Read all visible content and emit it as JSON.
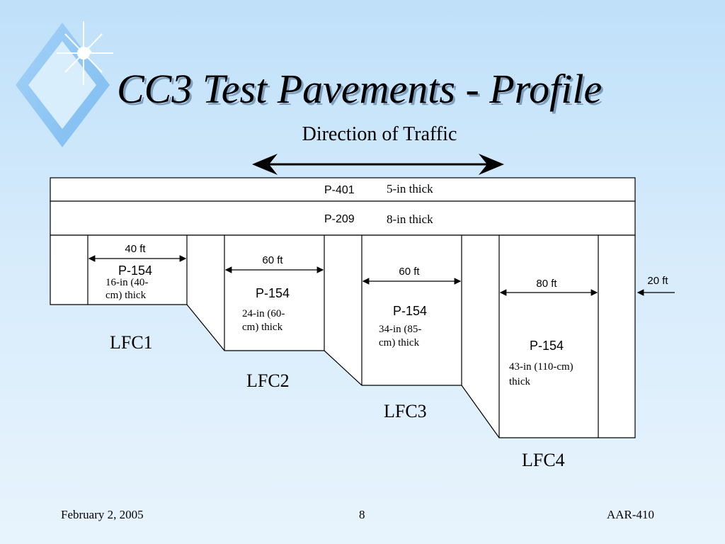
{
  "title": "CC3 Test Pavements - Profile",
  "diagram": {
    "direction_label": "Direction of Traffic",
    "layers": [
      {
        "name": "P-401",
        "thickness": "5-in thick"
      },
      {
        "name": "P-209",
        "thickness": "8-in thick"
      }
    ],
    "sections": [
      {
        "id": "LFC1",
        "width_label": "40 ft",
        "material": "P-154",
        "thickness_line1": "16-in (40-",
        "thickness_line2": "cm) thick"
      },
      {
        "id": "LFC2",
        "width_label": "60 ft",
        "material": "P-154",
        "thickness_line1": "24-in (60-",
        "thickness_line2": "cm) thick"
      },
      {
        "id": "LFC3",
        "width_label": "60 ft",
        "material": "P-154",
        "thickness_line1": "34-in (85-",
        "thickness_line2": "cm) thick"
      },
      {
        "id": "LFC4",
        "width_label": "80 ft",
        "material": "P-154",
        "thickness_line1": "43-in (110-cm)",
        "thickness_line2": "thick"
      }
    ],
    "end_dimension": "20 ft"
  },
  "footer": {
    "date": "February 2, 2005",
    "page": "8",
    "code": "AAR-410"
  },
  "colors": {
    "background_top": "#bfe0fa",
    "background_bottom": "#e8f4fd",
    "line": "#000000"
  }
}
